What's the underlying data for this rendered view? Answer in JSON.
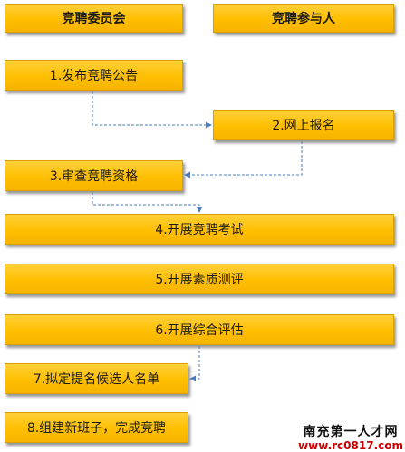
{
  "headers": {
    "committee": "竞聘委员会",
    "participant": "竞聘参与人"
  },
  "steps": [
    "1.发布竞聘公告",
    "2.网上报名",
    "3.审查竞聘资格",
    "4.开展竞聘考试",
    "5.开展素质测评",
    "6.开展综合评估",
    "7.拟定提名候选人名单",
    "8.组建新班子，完成竞聘"
  ],
  "watermark": {
    "name": "南充第一人才网",
    "url": "www.rc0817.com"
  },
  "colors": {
    "box_fill": "#ffc000",
    "connector": "#4a7ebb"
  }
}
